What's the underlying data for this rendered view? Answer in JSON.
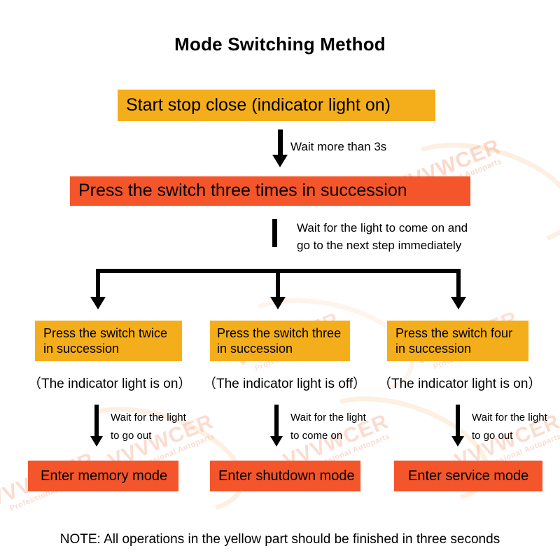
{
  "page": {
    "title": "Mode Switching Method",
    "footnote": "NOTE: All operations in the yellow part should be finished in three seconds",
    "colors": {
      "yellow": "#f5ae1b",
      "orange": "#f4552a",
      "text": "#000000",
      "background": "#ffffff",
      "watermark": "#f7a98c"
    }
  },
  "watermark": {
    "main": "VVVWCER",
    "sub": "Professional Autoparts"
  },
  "flow": {
    "start": {
      "label": "Start stop close (indicator light on)",
      "style": "yellow"
    },
    "edge_start_to_press3": {
      "label": "Wait more than 3s"
    },
    "press3": {
      "label": "Press the switch three times in succession",
      "style": "orange"
    },
    "edge_press3_to_branches": {
      "label": "Wait for the light to come on and\ngo to the next step immediately"
    },
    "branches": [
      {
        "step_label": "Press the switch twice\nin succession",
        "step_style": "yellow",
        "caption": "（The indicator light is on）",
        "edge_label": "Wait for the light\nto go out",
        "result_label": "Enter memory mode",
        "result_style": "orange"
      },
      {
        "step_label": "Press the switch three\nin succession",
        "step_style": "yellow",
        "caption": "（The indicator light is off）",
        "edge_label": "Wait for the light\nto come on",
        "result_label": "Enter shutdown mode",
        "result_style": "orange"
      },
      {
        "step_label": "Press the switch four\nin succession",
        "step_style": "yellow",
        "caption": "（The indicator light is on）",
        "edge_label": "Wait for the light\nto go out",
        "result_label": "Enter service mode",
        "result_style": "orange"
      }
    ]
  }
}
